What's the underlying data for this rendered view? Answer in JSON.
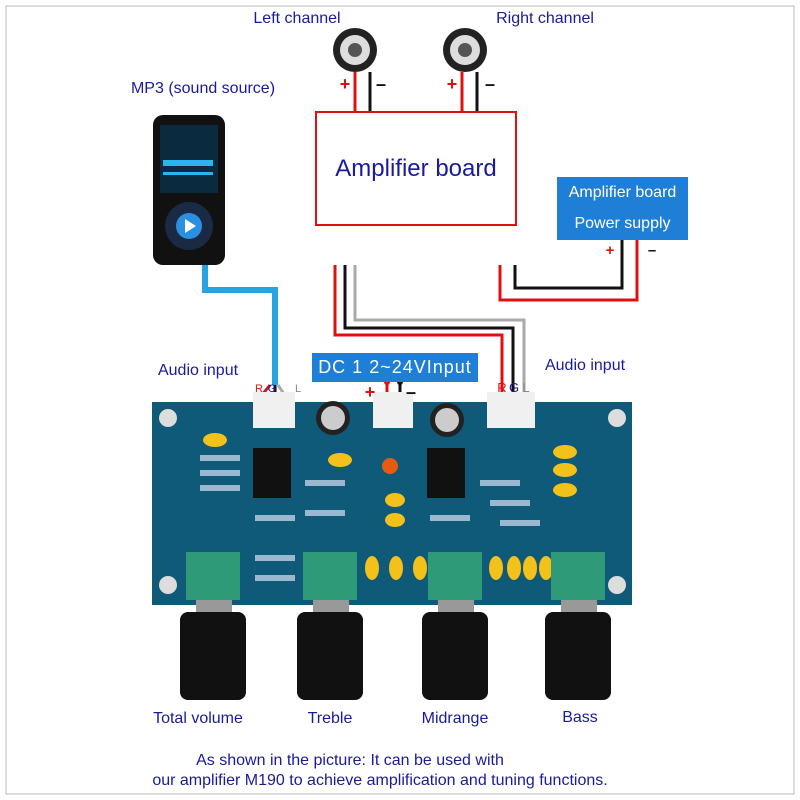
{
  "speakers": {
    "left_label": "Left channel",
    "right_label": "Right channel"
  },
  "amplifier": {
    "title": "Amplifier board"
  },
  "power_supply": {
    "line1": "Amplifier board",
    "line2": "Power supply"
  },
  "source": {
    "label": "MP3 (sound source)"
  },
  "dc_input": {
    "label": "DC 1 2~24VInput"
  },
  "audio_input_left": "Audio input",
  "audio_input_right": "Audio input",
  "signs": {
    "plus": "+",
    "minus": "–"
  },
  "pins": {
    "r": "R",
    "g": "G",
    "l": "L"
  },
  "controls": [
    "Total volume",
    "Treble",
    "Midrange",
    "Bass"
  ],
  "footer": {
    "line1": "As shown in the picture: It can be used with",
    "line2": "our amplifier M190 to achieve amplification and tuning functions."
  },
  "colors": {
    "label_text": "#1a1a9c",
    "box_blue": "#1f7fd6",
    "pcb": "#0e5a78",
    "wire_red": "#e01010",
    "cable_blue": "#27a4e0"
  }
}
